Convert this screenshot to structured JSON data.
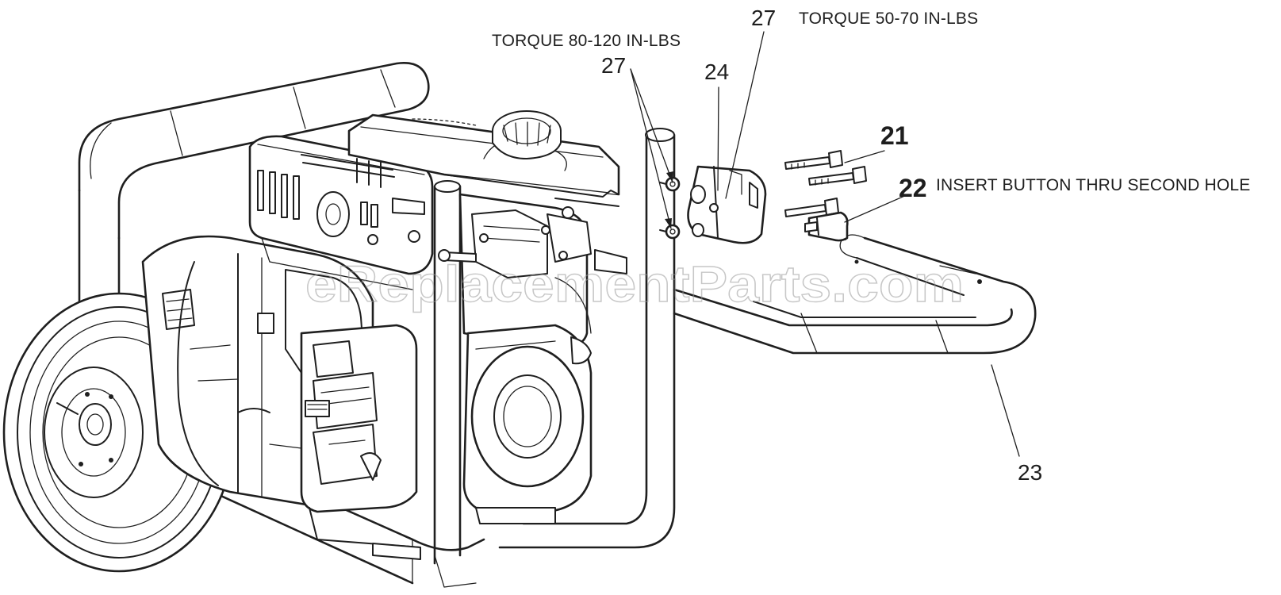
{
  "labels": {
    "note_torque_80_120": "TORQUE 80-120 IN-LBS",
    "note_torque_50_70": "TORQUE 50-70 IN-LBS",
    "note_insert_button": "INSERT BUTTON THRU SECOND HOLE",
    "part_27_upper": "27",
    "part_27_left": "27",
    "part_24": "24",
    "part_21": "21",
    "part_22": "22",
    "part_23": "23"
  },
  "watermark": "eReplacementParts.com",
  "colors": {
    "ink": "#1f1f1f",
    "background": "#ffffff",
    "watermark": "#9a9a9a"
  }
}
